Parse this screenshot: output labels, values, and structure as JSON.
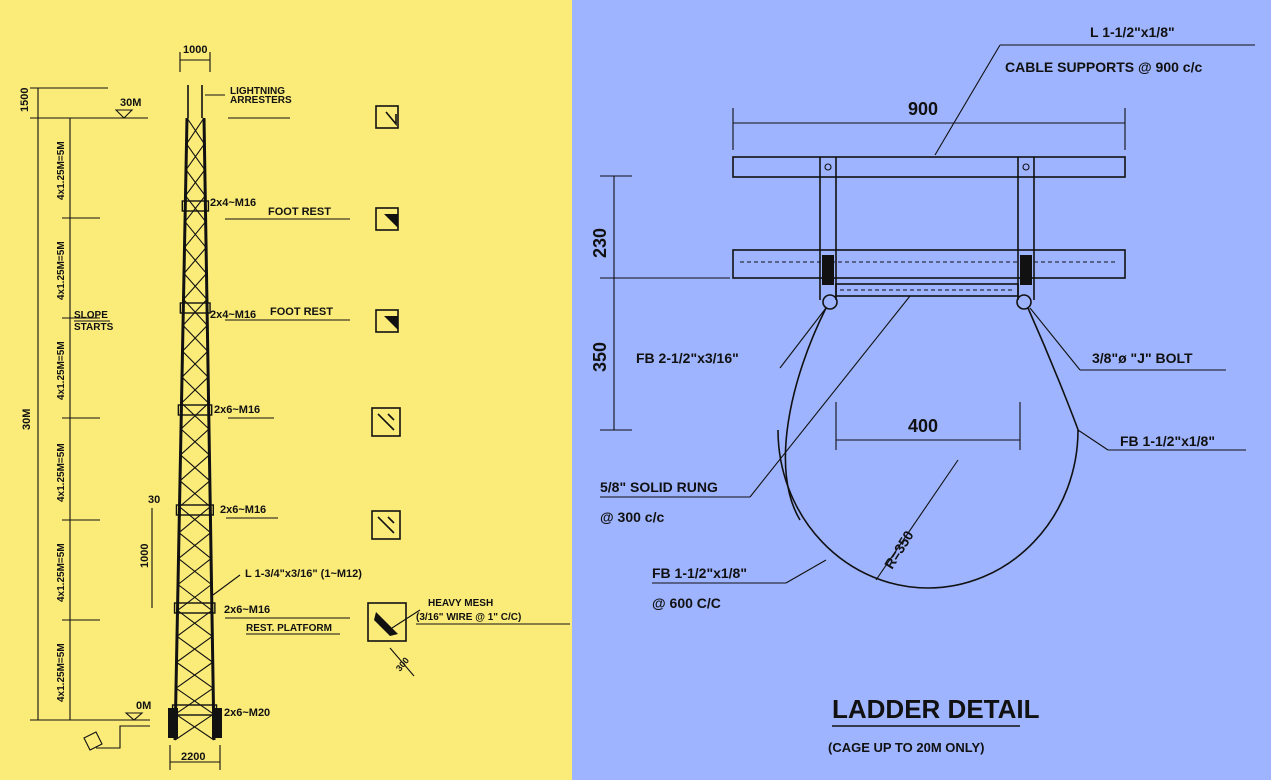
{
  "tower": {
    "top_width": "1000",
    "base_width": "2200",
    "top_height": "1500",
    "total_height": "30M",
    "level_top": "30M",
    "level_ground": "0M",
    "segment_label": "4x1.25M=5M",
    "slope_line1": "SLOPE",
    "slope_line2": "STARTS",
    "ratio_rise": "30",
    "ratio_run": "1000",
    "lightning_line1": "LIGHTNING",
    "lightning_line2": "ARRESTERS",
    "bolt_1": "2x4~M16",
    "bolt_2": "2x4~M16",
    "bolt_3": "2x6~M16",
    "bolt_4": "2x6~M16",
    "bolt_5": "2x6~M16",
    "bolt_6": "2x6~M20",
    "foot_rest_1": "FOOT REST",
    "foot_rest_2": "FOOT REST",
    "angle_label": "L 1-3/4\"x3/16\" (1~M12)",
    "rest_platform": "REST. PLATFORM",
    "mesh_line1": "HEAVY MESH",
    "mesh_line2": "(3/16\" WIRE @ 1\" C/C)",
    "mesh_dim": "300"
  },
  "ladder": {
    "cable_angle": "L 1-1/2\"x1/8\"",
    "cable_supports": "CABLE SUPPORTS @ 900 c/c",
    "width_dim": "900",
    "dim_230": "230",
    "dim_350": "350",
    "fb_left": "FB 2-1/2\"x3/16\"",
    "j_bolt": "3/8\"ø \"J\" BOLT",
    "dim_400": "400",
    "fb_right": "FB 1-1/2\"x1/8\"",
    "rung_line1": "5/8\" SOLID RUNG",
    "rung_line2": "@ 300 c/c",
    "radius": "R=350",
    "fb_bottom_line1": "FB 1-1/2\"x1/8\"",
    "fb_bottom_line2": "@ 600 C/C",
    "title": "LADDER DETAIL",
    "subtitle": "(CAGE UP TO 20M ONLY)"
  }
}
